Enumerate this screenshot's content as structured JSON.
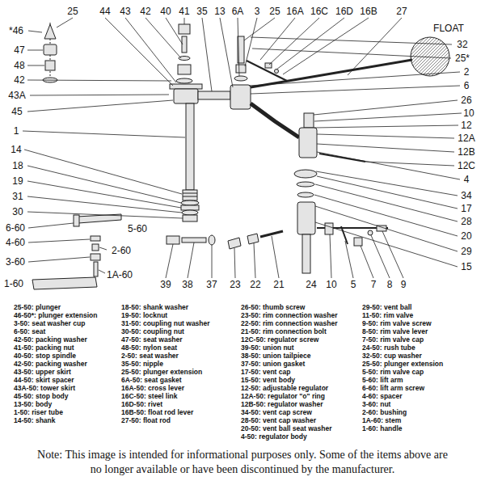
{
  "diagram": {
    "labels": [
      "25",
      "44",
      "43",
      "42",
      "40",
      "41",
      "35",
      "13",
      "6A",
      "3",
      "25",
      "16A",
      "16C",
      "16D",
      "16B",
      "27",
      "FLOAT",
      "32",
      "25*",
      "2",
      "6",
      "26",
      "10",
      "12",
      "12A",
      "12B",
      "12C",
      "4",
      "34",
      "17",
      "28",
      "20",
      "29",
      "15",
      "*46",
      "47",
      "48",
      "42",
      "43A",
      "45",
      "1",
      "14",
      "18",
      "19",
      "31",
      "30",
      "5-60",
      "6-60",
      "4-60",
      "2-60",
      "3-60",
      "1A-60",
      "1-60",
      "39",
      "38",
      "37",
      "23",
      "22",
      "21",
      "24",
      "10",
      "5",
      "7",
      "8",
      "9",
      "25-50: plunger",
      "46-50*: plunger extension",
      "3-50: seat washer cup",
      "6-50: seat",
      "42-50: packing washer",
      "41-50: packing nut",
      "40-50: stop spindle",
      "42-50: packing washer",
      "43-50: upper skirt",
      "44-50: skirt spacer",
      "43A-50: tower skirt",
      "45-50: stop body",
      "13-50: body",
      "1-50: riser tube",
      "14-50: shank",
      "18-50: shank washer",
      "19-50: locknut",
      "31-50: coupling nut washer",
      "30-50: coupling nut",
      "47-50: seat washer",
      "48-50: nylon seat",
      "2-50: seat washer",
      "35-50: nipple",
      "25-50: plunger extension",
      "6A-50: seat gasket",
      "16A-50: cross lever",
      "16C-50: steel link",
      "16D-50: rivet",
      "16B-50: float rod lever",
      "27-50: float rod",
      "26-50: thumb screw",
      "23-50: rim connection washer",
      "22-50: rim connection washer",
      "21-50: rim connection bolt",
      "12C-50: regulator screw",
      "39-50: union nut",
      "38-50: union tailpiece",
      "37-50: union gasket",
      "17-50: vent cap",
      "15-50: vent body",
      "12-50: adjustable regulator",
      "12A-50: regulator \"o\" ring",
      "12B-50: regulator washer",
      "34-50: vent cap screw",
      "28-50: vent cap washer",
      "20-50: vent ball seat washer",
      "4-50: regulator body",
      "29-50: vent ball",
      "11-50: rim valve",
      "9-50: rim valve screw",
      "8-50: rim valve lever",
      "7-50: rim valve cap",
      "24-50: rush tube",
      "32-50: cup washer",
      "25-50: plunger extension",
      "5-50: rim valve cap",
      "5-60: lift arm",
      "6-60: lift arm screw",
      "4-60: spacer",
      "3-60: nut",
      "2-60: bushing",
      "1A-60: stem",
      "1-60: handle",
      "Note: This image is intended for informational purposes only.  Some of the items above are no longer available or have been discontinued by the manufacturer."
    ]
  }
}
